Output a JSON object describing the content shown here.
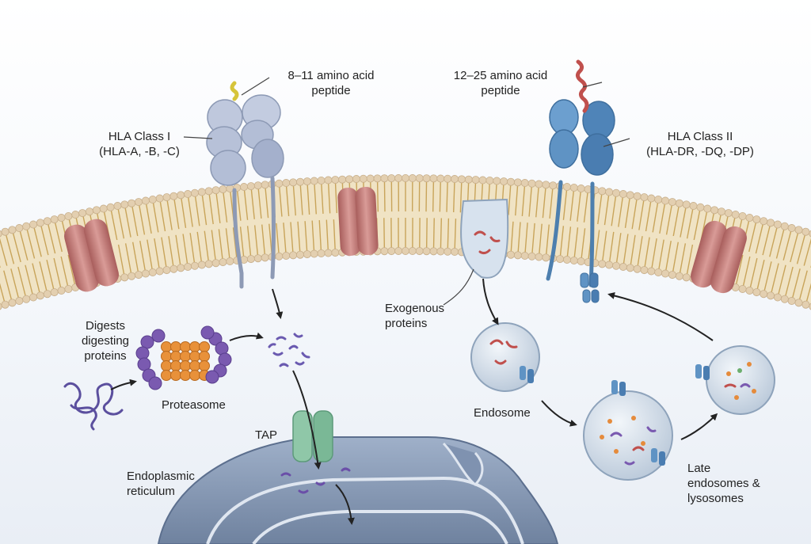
{
  "labels": {
    "mhc1_peptide": [
      "8–11 amino acid",
      "peptide"
    ],
    "mhc1_name": [
      "HLA Class I",
      "(HLA-A, -B, -C)"
    ],
    "mhc2_peptide": [
      "12–25 amino acid",
      "peptide"
    ],
    "mhc2_name": [
      "HLA Class II",
      "(HLA-DR, -DQ, -DP)"
    ],
    "digests": [
      "Digests",
      "digesting",
      "proteins"
    ],
    "proteasome": "Proteasome",
    "tap": "TAP",
    "er": [
      "Endoplasmic",
      "reticulum"
    ],
    "exogenous": [
      "Exogenous",
      "proteins"
    ],
    "endosome": "Endosome",
    "late_endosomes": [
      "Late",
      "endosomes &",
      "lysosomes"
    ]
  },
  "colors": {
    "membrane_head": "#e3cfb0",
    "membrane_tail": "#c8a45a",
    "channel_protein": "#c97b78",
    "hla_class_1": "#b3bed6",
    "hla_class_2": "#5f93c4",
    "peptide_class_1": "#d6c43a",
    "peptide_class_2": "#c0504d",
    "proteasome_core": "#e8913a",
    "proteasome_cap": "#7a5ab0",
    "tap": "#8fc7a8",
    "er": "#7f92b0",
    "vesicle": "#cfdbe8",
    "arrow": "#222222"
  }
}
